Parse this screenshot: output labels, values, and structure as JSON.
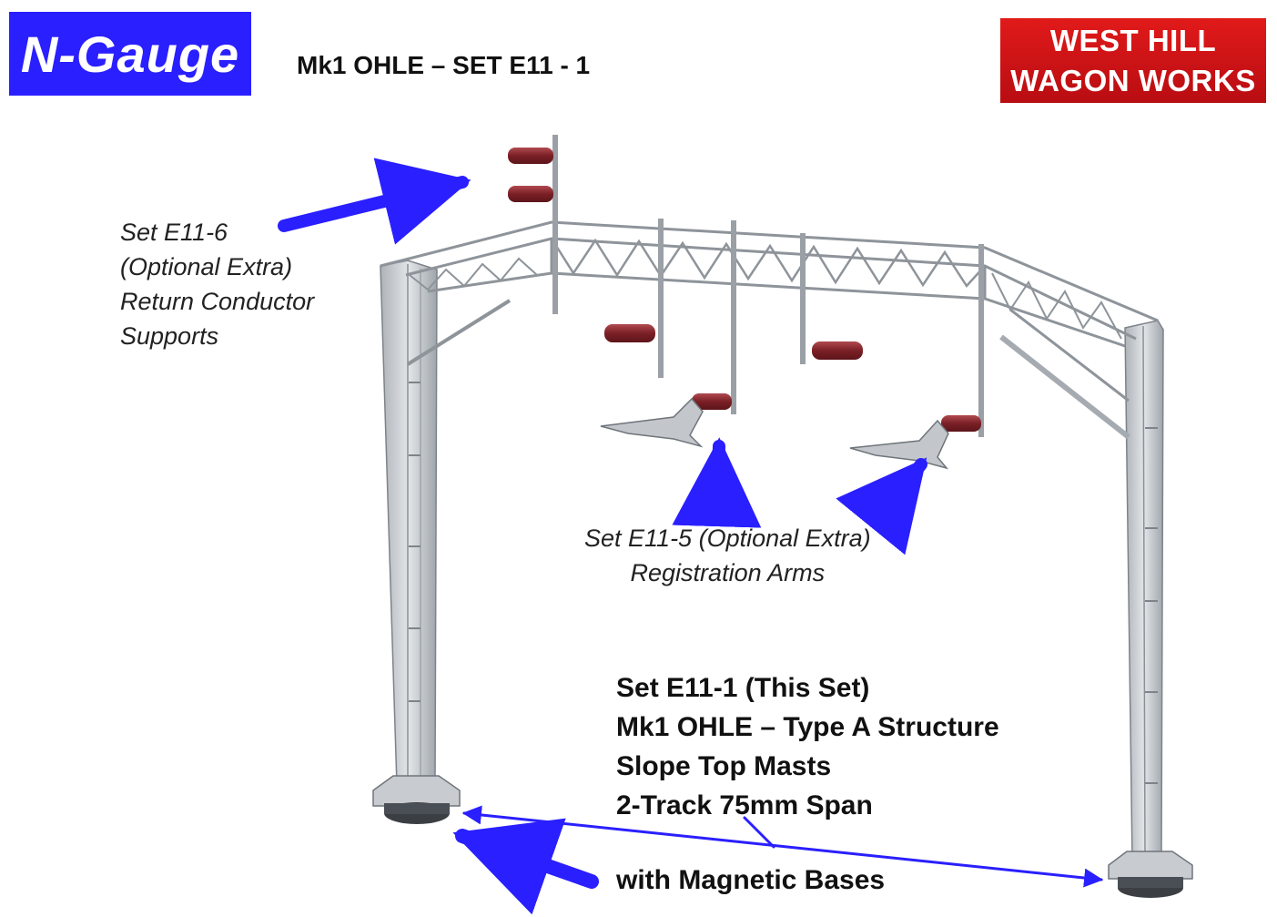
{
  "header": {
    "badge_label": "N-Gauge",
    "title": "Mk1 OHLE – SET E11 - 1",
    "brand_line1": "WEST HILL",
    "brand_line2": "WAGON WORKS"
  },
  "callouts": {
    "return_conductor": {
      "lines": [
        "Set E11-6",
        "(Optional Extra)",
        "Return Conductor",
        "Supports"
      ]
    },
    "registration_arms": {
      "lines": [
        "Set E11-5 (Optional Extra)",
        "Registration Arms"
      ]
    },
    "this_set": {
      "lines": [
        "Set E11-1 (This Set)",
        "Mk1 OHLE – Type A Structure",
        "Slope Top Masts",
        "2-Track 75mm Span"
      ]
    },
    "bases": {
      "label": "with Magnetic Bases"
    }
  },
  "colors": {
    "badge_blue": "#2a1fff",
    "brand_red": "#c8101a",
    "arrow_blue": "#2a1fff",
    "steel_gray": "#c9cdd1",
    "insulator_red": "#8e2a2f"
  }
}
